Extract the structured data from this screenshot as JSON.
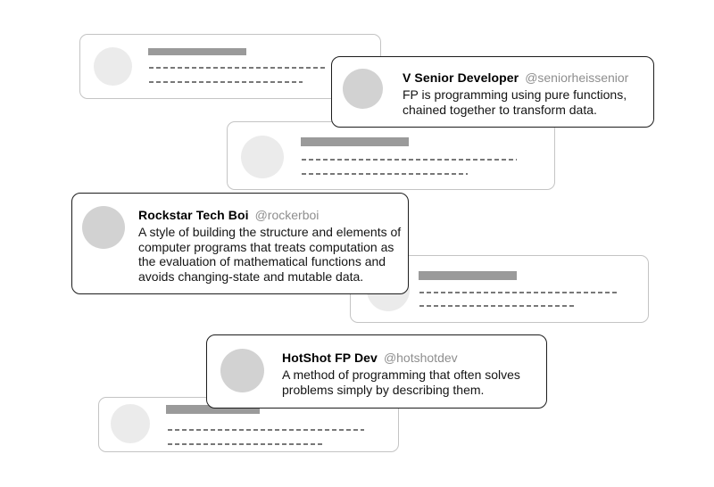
{
  "page": {
    "title": "Functional programming tweet definitions illustration"
  },
  "colors": {
    "background": "#ffffff",
    "card_border_muted": "#c4c4c4",
    "card_border_emphasis": "#1c1c1c",
    "avatar_muted": "#ebebeb",
    "avatar_emphasis": "#d2d2d2",
    "name_bar": "#9a9a9a",
    "text_line_dash": "#787878",
    "handle_text": "#8e8e8e",
    "body_text": "#141414",
    "name_text": "#000000"
  },
  "tweets": [
    {
      "name": "V Senior Developer",
      "handle": "@seniorheissenior",
      "text": "FP is programming using pure functions, chained together to transform data."
    },
    {
      "name": "Rockstar Tech Boi",
      "handle": "@rockerboi",
      "text": "A style of building the structure and elements of computer programs that treats computation as the evaluation of mathematical functions and avoids changing-state and mutable data."
    },
    {
      "name": "HotShot FP Dev",
      "handle": "@hotshotdev",
      "text": "A method of programming that often solves problems simply by describing them."
    }
  ],
  "skeleton_cards": {
    "count": 4
  }
}
